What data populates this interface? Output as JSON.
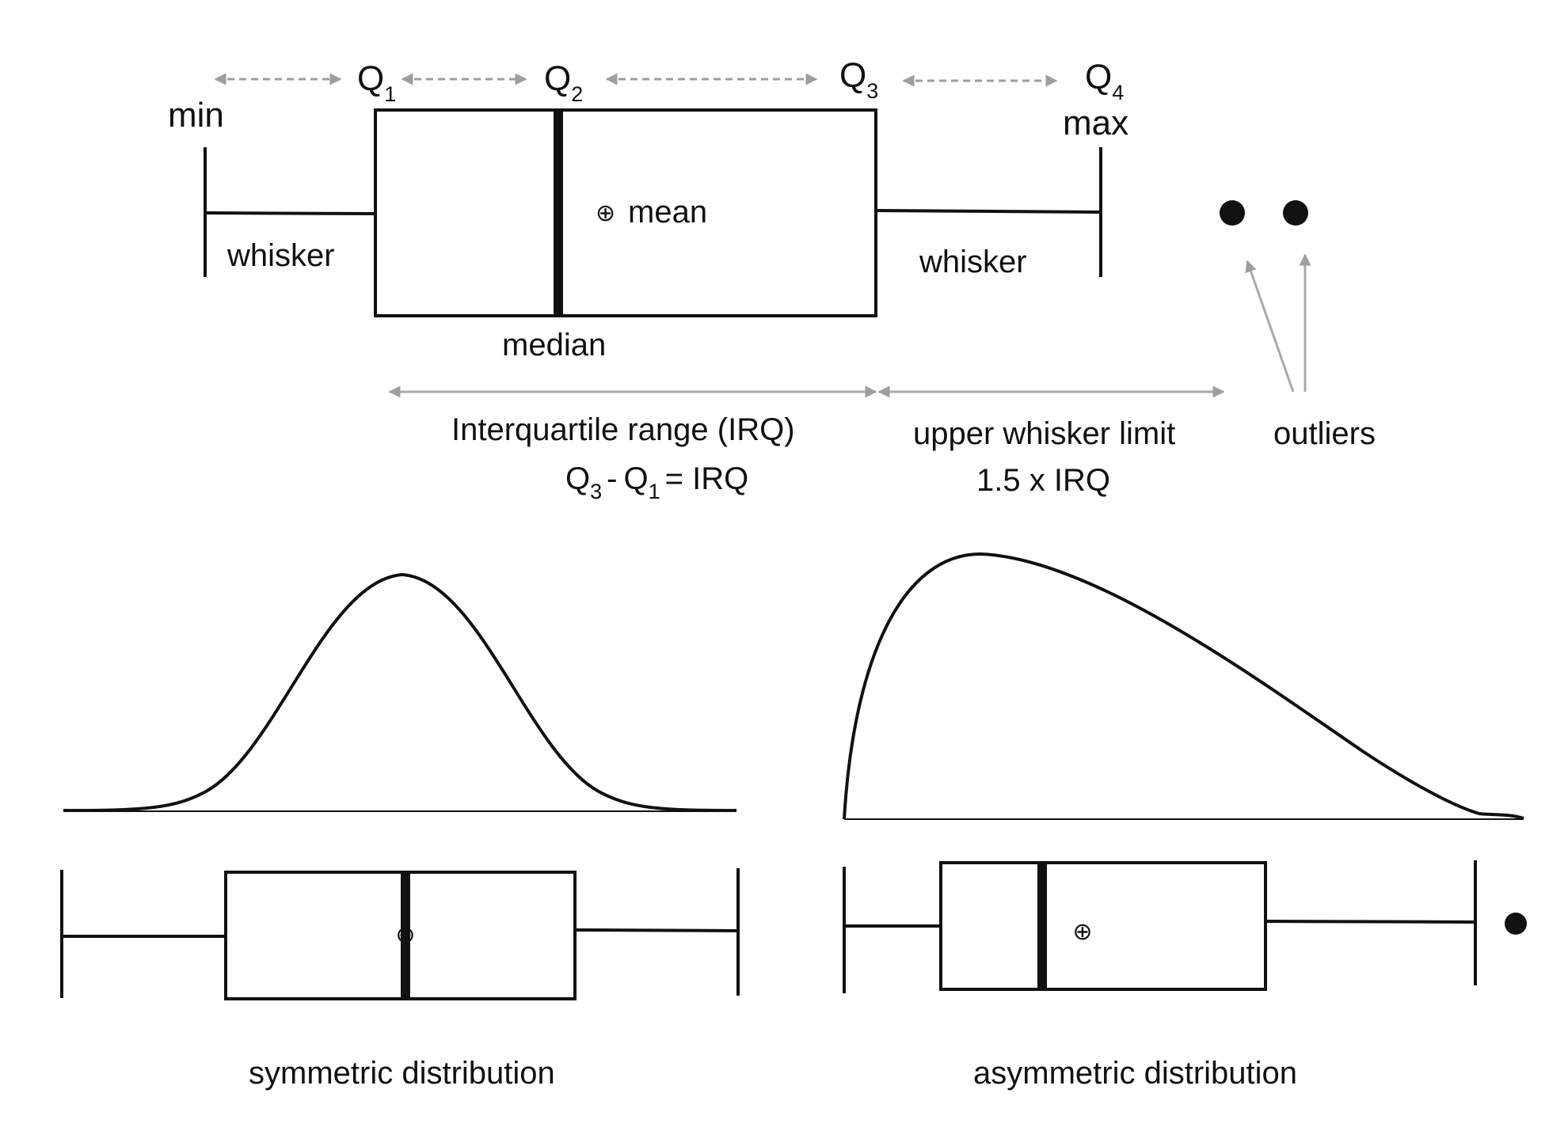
{
  "top": {
    "min_label": "min",
    "max_label": "max",
    "quartiles": [
      {
        "letter": "Q",
        "sub": "1"
      },
      {
        "letter": "Q",
        "sub": "2"
      },
      {
        "letter": "Q",
        "sub": "3"
      },
      {
        "letter": "Q",
        "sub": "4"
      }
    ],
    "whisker_left_label": "whisker",
    "whisker_right_label": "whisker",
    "mean_symbol": "⊕",
    "mean_label": "mean",
    "median_label": "median",
    "outliers_label": "outliers",
    "iqr_label": "Interquartile range (IRQ)",
    "iqr_formula": {
      "q3": "Q",
      "q3_sub": "3",
      "minus": "-",
      "q1": "Q",
      "q1_sub": "1",
      "equals": "= IRQ"
    },
    "upper_limit_label": "upper whisker limit",
    "upper_limit_formula": "1.5 x IRQ"
  },
  "bottom": {
    "symmetric_label": "symmetric distribution",
    "asymmetric_label": "asymmetric distribution",
    "mean_symbol": "⊕"
  },
  "colors": {
    "ink": "#111111",
    "annotation_grey": "#a9a9a9"
  }
}
